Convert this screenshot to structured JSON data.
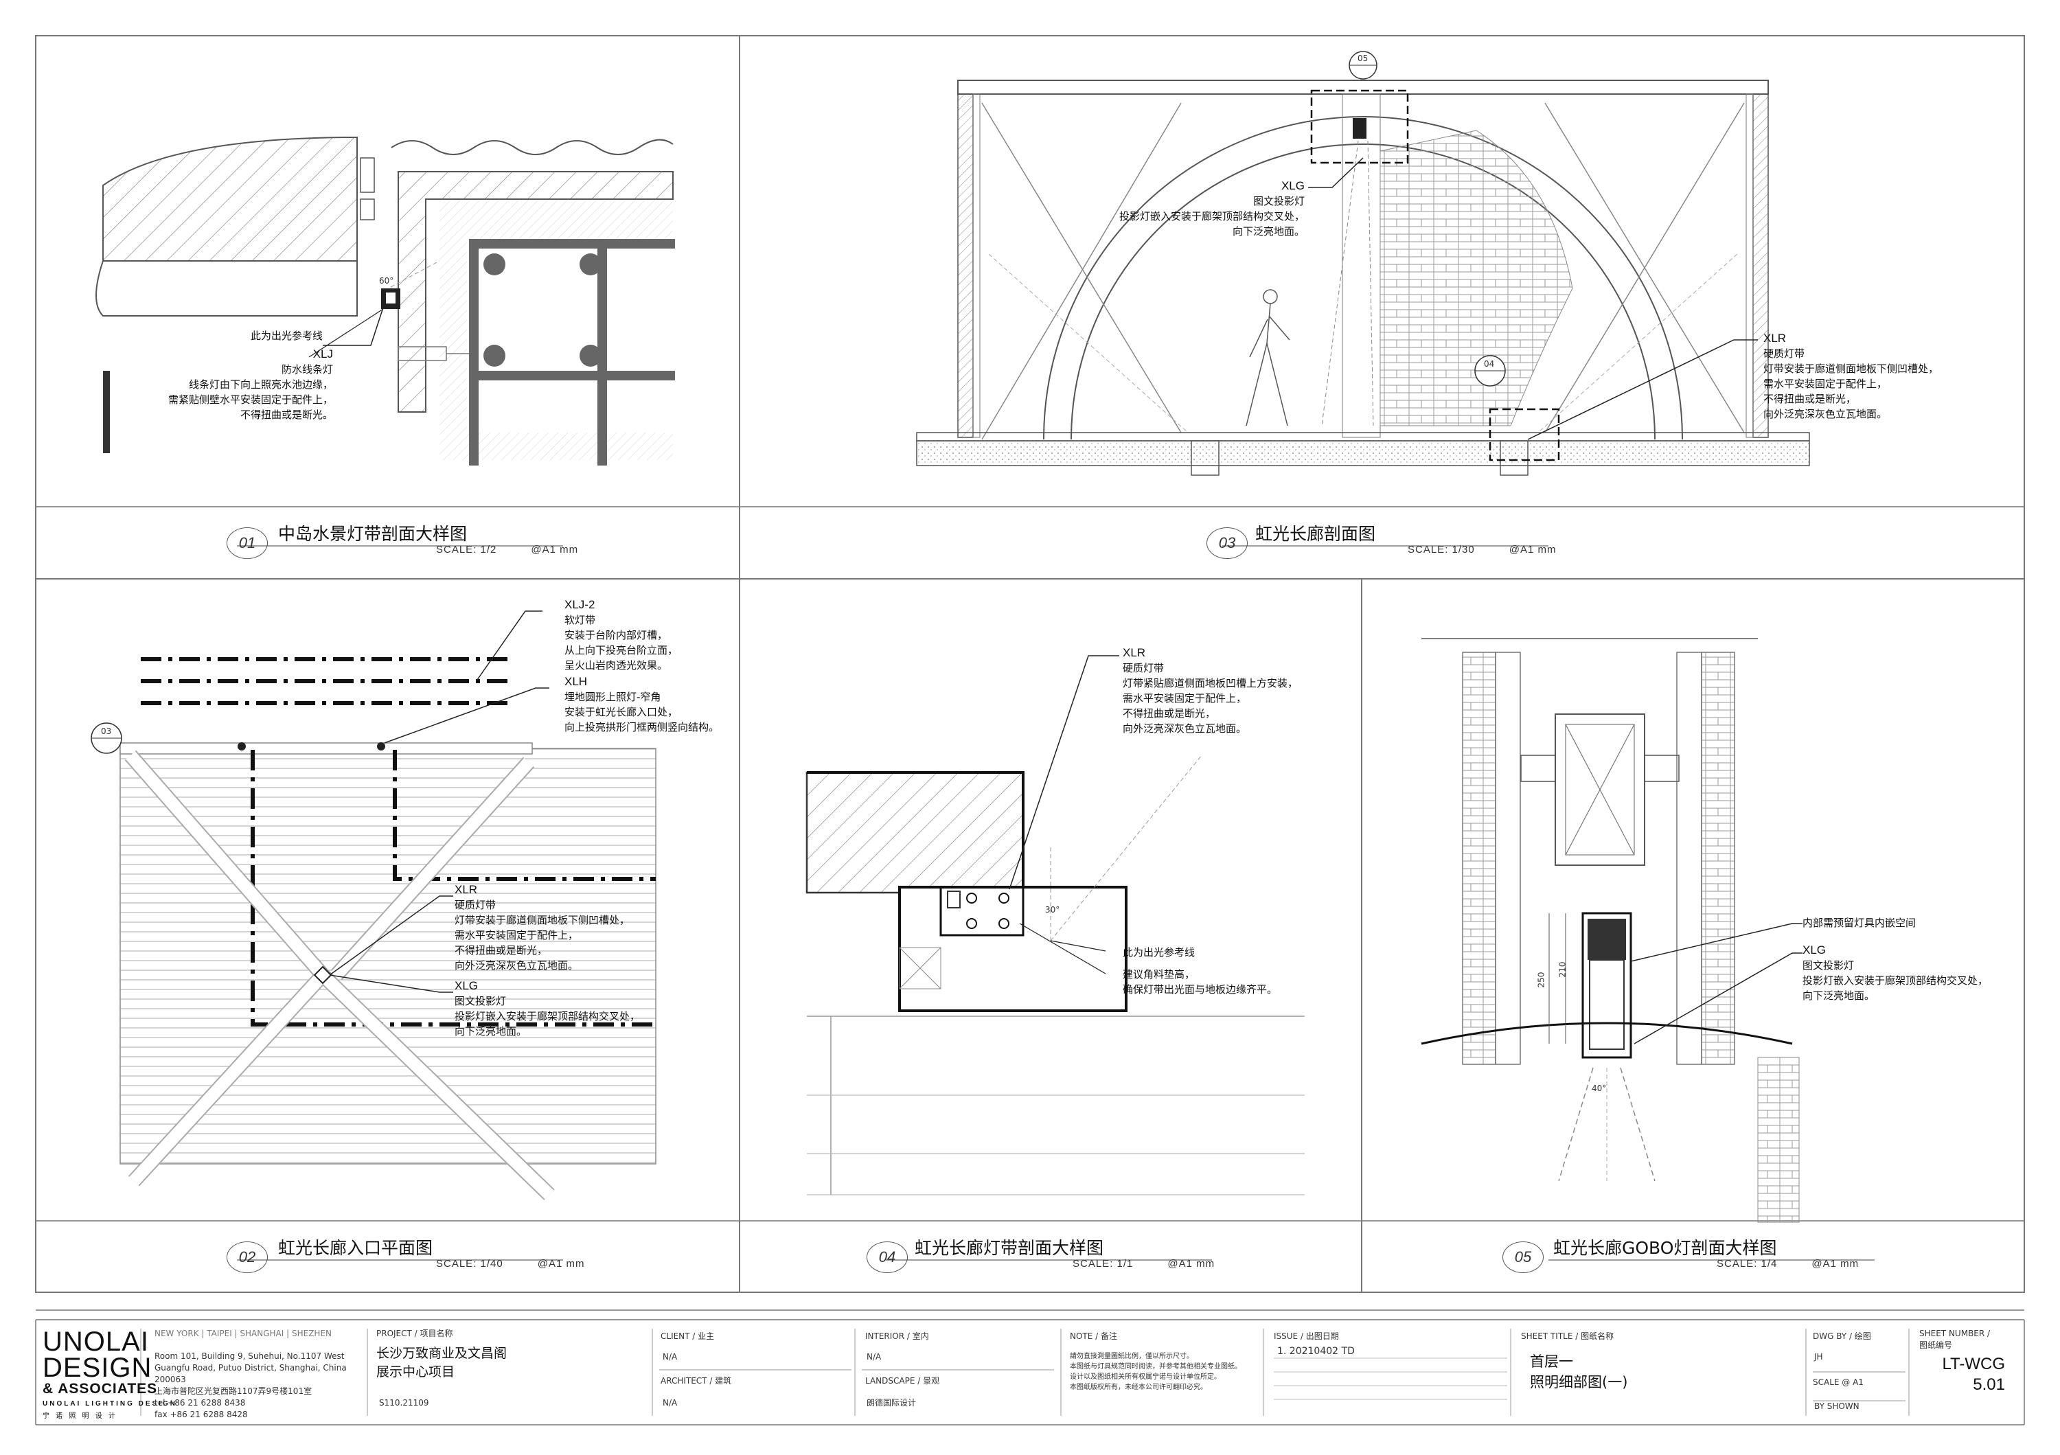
{
  "panels": {
    "p01": {
      "number": "01",
      "title": "中岛水景灯带剖面大样图",
      "scale": "SCALE: 1/2",
      "paper": "@A1 mm",
      "angle": "60°",
      "callout": {
        "ref": "此为出光参考线",
        "code": "XLJ",
        "lines": [
          "防水线条灯",
          "线条灯由下向上照亮水池边缘，",
          "需紧贴侧壁水平安装固定于配件上，",
          "不得扭曲或是断光。"
        ]
      }
    },
    "p02": {
      "number": "02",
      "title": "虹光长廊入口平面图",
      "scale": "SCALE: 1/40",
      "paper": "@A1 mm",
      "marker": "03",
      "callout_xlj2": {
        "code": "XLJ-2",
        "lines": [
          "软灯带",
          "安装于台阶内部灯槽，",
          "从上向下投亮台阶立面，",
          "呈火山岩肉透光效果。"
        ]
      },
      "callout_xlh": {
        "code": "XLH",
        "lines": [
          "埋地圆形上照灯-窄角",
          "安装于虹光长廊入口处，",
          "向上投亮拱形门框两侧竖向结构。"
        ]
      },
      "callout_xlr": {
        "code": "XLR",
        "lines": [
          "硬质灯带",
          "灯带安装于廊道侧面地板下侧凹槽处，",
          "需水平安装固定于配件上，",
          "不得扭曲或是断光，",
          "向外泛亮深灰色立瓦地面。"
        ]
      },
      "callout_xlg": {
        "code": "XLG",
        "lines": [
          "图文投影灯",
          "投影灯嵌入安装于廊架顶部结构交叉处，",
          "向下泛亮地面。"
        ]
      }
    },
    "p03": {
      "number": "03",
      "title": "虹光长廊剖面图",
      "scale": "SCALE: 1/30",
      "paper": "@A1 mm",
      "marker_top": "05",
      "marker_side": "04",
      "callout_xlg": {
        "code": "XLG",
        "lines": [
          "图文投影灯",
          "投影灯嵌入安装于廊架顶部结构交叉处，",
          "向下泛亮地面。"
        ]
      },
      "callout_xlr": {
        "code": "XLR",
        "lines": [
          "硬质灯带",
          "灯带安装于廊道侧面地板下侧凹槽处，",
          "需水平安装固定于配件上，",
          "不得扭曲或是断光，",
          "向外泛亮深灰色立瓦地面。"
        ]
      }
    },
    "p04": {
      "number": "04",
      "title": "虹光长廊灯带剖面大样图",
      "scale": "SCALE: 1/1",
      "paper": "@A1 mm",
      "angle": "30°",
      "callout_xlr": {
        "code": "XLR",
        "lines": [
          "硬质灯带",
          "灯带紧贴廊道侧面地板凹槽上方安装，",
          "需水平安装固定于配件上，",
          "不得扭曲或是断光，",
          "向外泛亮深灰色立瓦地面。"
        ]
      },
      "ref": "此为出光参考线",
      "note": [
        "建议角料垫高，",
        "确保灯带出光面与地板边缘齐平。"
      ]
    },
    "p05": {
      "number": "05",
      "title": "虹光长廊GOBO灯剖面大样图",
      "scale": "SCALE: 1/4",
      "paper": "@A1 mm",
      "angle": "40°",
      "dim_a": "250",
      "dim_b": "210",
      "space_note": "内部需预留灯具内嵌空间",
      "callout_xlg": {
        "code": "XLG",
        "lines": [
          "图文投影灯",
          "投影灯嵌入安装于廊架顶部结构交叉处，",
          "向下泛亮地面。"
        ]
      }
    }
  },
  "title_block": {
    "logo_lines": [
      "UNOLAI",
      "DESIGN",
      "& ASSOCIATES"
    ],
    "logo_sub": "UNOLAI LIGHTING DESIGN",
    "logo_cn": "宁 诺 照 明 设 计",
    "offices": "NEW YORK | TAIPEI | SHANGHAI | SHEZHEN",
    "address": [
      "Room 101, Building 9, Suhehui, No.1107 West",
      "Guangfu Road, Putuo District, Shanghai, China",
      "200063",
      "上海市普陀区光复西路1107弄9号楼101室",
      "tel +86 21 6288 8438",
      "fax +86 21 6288 8428"
    ],
    "project_label": "PROJECT / 项目名称",
    "project_name": [
      "长沙万致商业及文昌阁",
      "展示中心项目"
    ],
    "project_no": "S110.21109",
    "client_label": "CLIENT / 业主",
    "client_value": "N/A",
    "architect_label": "ARCHITECT / 建筑",
    "architect_value": "N/A",
    "interior_label": "INTERIOR / 室内",
    "interior_value": "N/A",
    "landscape_label": "LANDSCAPE / 景观",
    "landscape_value": "朗德国际设计",
    "note_label": "NOTE / 备注",
    "note_lines": [
      "請勿直接測量圖紙比例，僅以所示尺寸。",
      "本图纸与灯具规范同时阅读，并参考其他相关专业图纸。",
      "设计以及图纸相关所有权属宁诺与设计单位所定。",
      "本图纸版权所有，未经本公司许可翻印必究。"
    ],
    "issue_label": "ISSUE / 出图日期",
    "issue_value": "1. 20210402  TD",
    "sheet_title_label": "SHEET TITLE / 图纸名称",
    "sheet_title": [
      "首层一",
      "照明细部图(一)"
    ],
    "dwg_by_label": "DWG BY / 绘图",
    "dwg_by_value": "JH",
    "scale_label": "SCALE @ A1",
    "scale_value": "BY SHOWN",
    "sheet_number_label": [
      "SHEET NUMBER /",
      "图纸编号"
    ],
    "sheet_number": [
      "LT-WCG",
      "5.01"
    ]
  }
}
